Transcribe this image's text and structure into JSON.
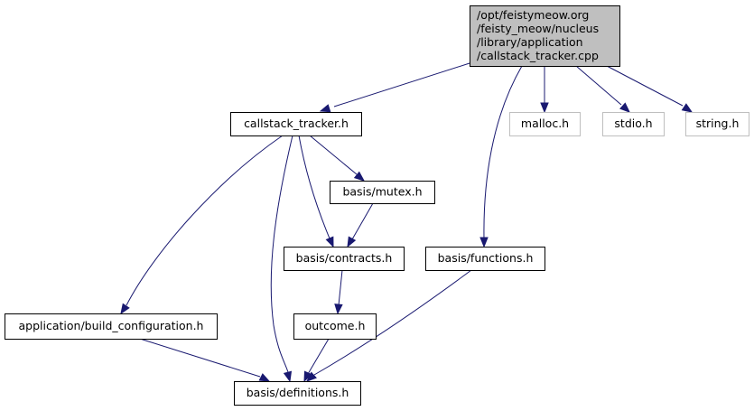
{
  "graph": {
    "title": "Include dependency graph for callstack_tracker.cpp",
    "colors": {
      "edge": "#191970",
      "root_fill": "#bfbfbf",
      "node_fill": "#ffffff",
      "node_border": "#000000",
      "external_border": "#bfbfbf"
    },
    "nodes": [
      {
        "id": "root",
        "label_lines": [
          "/opt/feistymeow.org",
          "/feisty_meow/nucleus",
          "/library/application",
          "/callstack_tracker.cpp"
        ],
        "kind": "root"
      },
      {
        "id": "callstack_tracker_h",
        "label_lines": [
          "callstack_tracker.h"
        ],
        "kind": "documented"
      },
      {
        "id": "malloc_h",
        "label_lines": [
          "malloc.h"
        ],
        "kind": "external"
      },
      {
        "id": "stdio_h",
        "label_lines": [
          "stdio.h"
        ],
        "kind": "external"
      },
      {
        "id": "string_h",
        "label_lines": [
          "string.h"
        ],
        "kind": "external"
      },
      {
        "id": "mutex_h",
        "label_lines": [
          "basis/mutex.h"
        ],
        "kind": "documented"
      },
      {
        "id": "contracts_h",
        "label_lines": [
          "basis/contracts.h"
        ],
        "kind": "documented"
      },
      {
        "id": "functions_h",
        "label_lines": [
          "basis/functions.h"
        ],
        "kind": "documented"
      },
      {
        "id": "build_configuration_h",
        "label_lines": [
          "application/build_configuration.h"
        ],
        "kind": "documented"
      },
      {
        "id": "outcome_h",
        "label_lines": [
          "outcome.h"
        ],
        "kind": "documented"
      },
      {
        "id": "definitions_h",
        "label_lines": [
          "basis/definitions.h"
        ],
        "kind": "documented"
      }
    ],
    "edges": [
      {
        "from": "root",
        "to": "callstack_tracker_h"
      },
      {
        "from": "root",
        "to": "functions_h"
      },
      {
        "from": "root",
        "to": "malloc_h"
      },
      {
        "from": "root",
        "to": "stdio_h"
      },
      {
        "from": "root",
        "to": "string_h"
      },
      {
        "from": "callstack_tracker_h",
        "to": "build_configuration_h"
      },
      {
        "from": "callstack_tracker_h",
        "to": "definitions_h"
      },
      {
        "from": "callstack_tracker_h",
        "to": "contracts_h"
      },
      {
        "from": "callstack_tracker_h",
        "to": "mutex_h"
      },
      {
        "from": "mutex_h",
        "to": "contracts_h"
      },
      {
        "from": "contracts_h",
        "to": "outcome_h"
      },
      {
        "from": "functions_h",
        "to": "definitions_h"
      },
      {
        "from": "build_configuration_h",
        "to": "definitions_h"
      },
      {
        "from": "outcome_h",
        "to": "definitions_h"
      }
    ]
  }
}
